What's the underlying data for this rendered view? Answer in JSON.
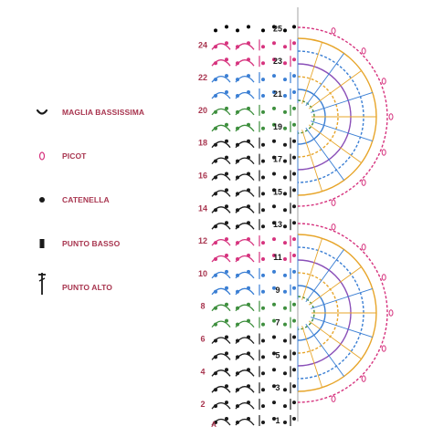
{
  "legend": [
    {
      "label": "MAGLIA BASSISSIMA",
      "symbol": "slip-stitch-icon"
    },
    {
      "label": "PICOT",
      "symbol": "picot-icon"
    },
    {
      "label": "CATENELLA",
      "symbol": "chain-stitch-icon"
    },
    {
      "label": "PUNTO BASSO",
      "symbol": "single-crochet-icon"
    },
    {
      "label": "PUNTO ALTO",
      "symbol": "double-crochet-icon"
    }
  ],
  "rows_left": [
    "24",
    "22",
    "20",
    "18",
    "16",
    "14",
    "12",
    "10",
    "8",
    "6",
    "4",
    "2"
  ],
  "rows_right": [
    "25",
    "23",
    "21",
    "19",
    "17",
    "15",
    "13",
    "11",
    "9",
    "7",
    "5",
    "3",
    "1"
  ],
  "start_label": "A",
  "colors": {
    "label": "#a8354f",
    "pink": "#d6337e",
    "blue": "#3b7fd4",
    "green": "#3e8f3e",
    "orange": "#e7a52a",
    "purple": "#8a4fb8",
    "black": "#1a1a1a"
  }
}
